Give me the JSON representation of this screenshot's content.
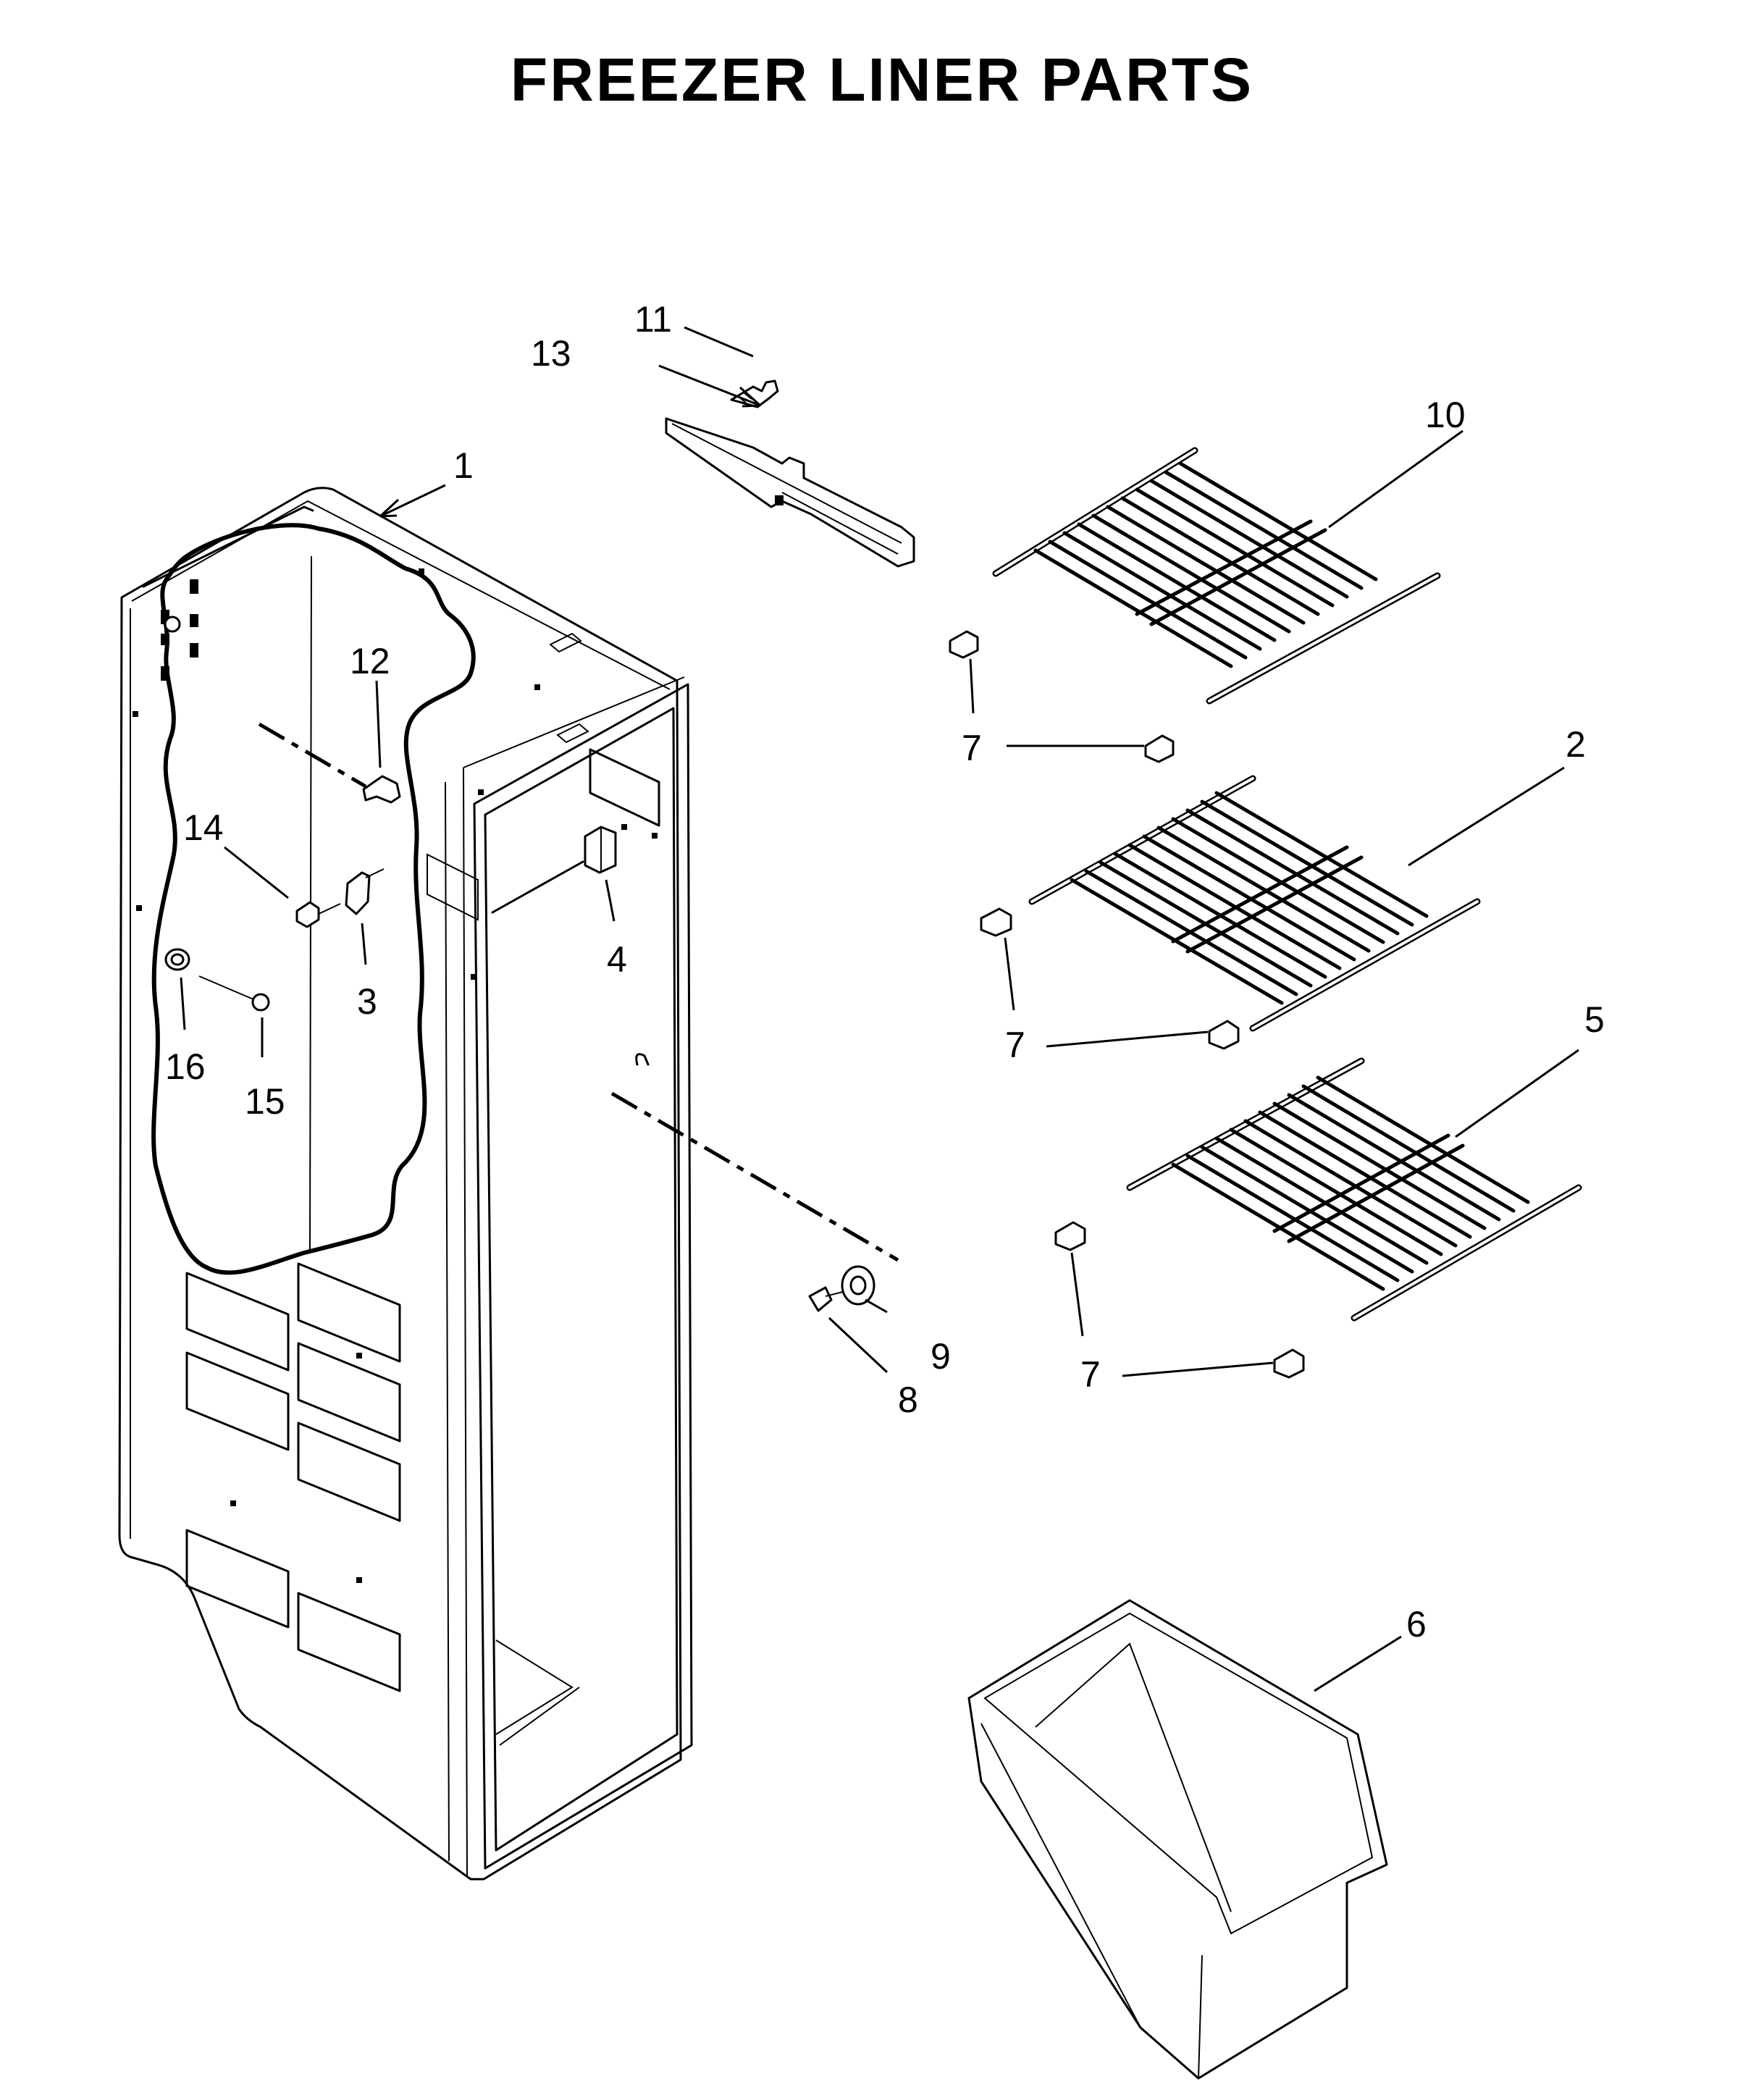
{
  "title": "FREEZER LINER PARTS",
  "callouts": [
    {
      "key": "liner",
      "label": "1"
    },
    {
      "key": "shelf-mid",
      "label": "2"
    },
    {
      "key": "bracket-upper",
      "label": "3"
    },
    {
      "key": "switch",
      "label": "4"
    },
    {
      "key": "shelf-low",
      "label": "5"
    },
    {
      "key": "bin",
      "label": "6"
    },
    {
      "key": "support-top-a",
      "label": "7"
    },
    {
      "key": "support-top-b",
      "label": "7"
    },
    {
      "key": "support-mid-a",
      "label": "7"
    },
    {
      "key": "support-mid-b",
      "label": "7"
    },
    {
      "key": "support-low-a",
      "label": "7"
    },
    {
      "key": "support-low-b",
      "label": "7"
    },
    {
      "key": "screw-lower",
      "label": "8"
    },
    {
      "key": "washer",
      "label": "9"
    },
    {
      "key": "shelf-top",
      "label": "10"
    },
    {
      "key": "screw-rail",
      "label": "11"
    },
    {
      "key": "clip",
      "label": "12"
    },
    {
      "key": "rail",
      "label": "13"
    },
    {
      "key": "screw-left",
      "label": "14"
    },
    {
      "key": "pin",
      "label": "15"
    },
    {
      "key": "grommet",
      "label": "16"
    }
  ]
}
